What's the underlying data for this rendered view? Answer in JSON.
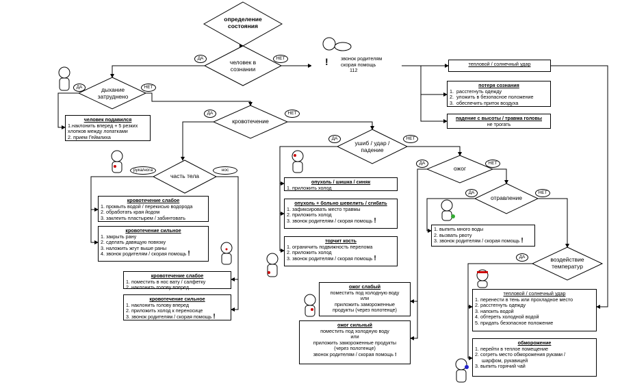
{
  "nodes": {
    "start": "определение\nсостояния",
    "conscious": "человек в\nсознании",
    "breath": "дыхание\nзатруднено",
    "bleeding": "кровотечение",
    "bodypart": "часть тела",
    "bump": "ушиб / удар /\nпадение",
    "burn": "ожог",
    "poison": "отравление",
    "temp": "воздействие\nтемператур"
  },
  "labels": {
    "yes": "ДА",
    "no": "НЕТ",
    "arm_leg": "рука/нога",
    "nose": "нос"
  },
  "boxes": {
    "call": {
      "exclam": "!",
      "lines": [
        "звонок родителям",
        "скорая помощь",
        "112"
      ]
    },
    "heatstroke_top": {
      "title": "тепловой / солнечный удар"
    },
    "unconscious": {
      "title": "потеря сознания",
      "lines": [
        "1.  расстегнуть одежду",
        "2.  уложить в безопасное положение",
        "3.  обеспечить приток воздуха"
      ]
    },
    "fall": {
      "title": "падение с высоты / травма головы",
      "line": "не трогать"
    },
    "choke": {
      "title": "человек подавился",
      "lines": [
        "1.наклонить вперед + 5 резких",
        "хлопков между лопатками",
        "2. прием Геймлиха"
      ]
    },
    "bleed_weak_limb": {
      "title": "кровотечение слабое",
      "lines": [
        "1. промыть водой / перекисью водорода",
        "2. обработать края йодом",
        "3. заклеить пластырем / забинтовать"
      ]
    },
    "bleed_strong_limb": {
      "title": "кровотечение сильное",
      "lines": [
        "1. закрыть рану",
        "2. сделать давящую повязку",
        "3. наложить жгут выше раны",
        "4. звонок родителям / скорая помощь"
      ]
    },
    "bleed_weak_nose": {
      "title": "кровотечение слабое",
      "lines": [
        "1. поместить в нос вату / салфетку",
        "2. наклонить голову вперед"
      ]
    },
    "bleed_strong_nose": {
      "title": "кровотечение сильное",
      "lines": [
        "1. наклонить голову вперед",
        "2. приложить холод к переносице",
        "3. звонок родителям / скорая помощь"
      ]
    },
    "swelling": {
      "title": "опухоль / шишка / синяк",
      "lines": [
        "1. приложить холод"
      ]
    },
    "swelling_pain": {
      "title": "опухоль + больно шевелить / сгибать",
      "lines": [
        "1. зафиксировать место травмы",
        "2. приложить холод",
        "3. звонок родителям / скорая помощь"
      ]
    },
    "fracture": {
      "title": "торчит кость",
      "lines": [
        "1. ограничить подвижность перелома",
        "2. приложить холод",
        "3. звонок родителям / скорая помощь"
      ]
    },
    "burn_weak": {
      "title": "ожог слабый",
      "lines": [
        "поместить под холодную воду",
        "или",
        "приложить замороженные",
        "продукты (через полотенце)"
      ]
    },
    "burn_strong": {
      "title": "ожог сильный",
      "lines": [
        "поместить под холодную воду",
        "или",
        "приложить замороженные продукты",
        "(через полотенце)",
        "звонок родителям / скорая помощь"
      ]
    },
    "poison_box": {
      "lines": [
        "1. выпить много воды",
        "2. вызвать рвоту",
        "3. звонок родителям / скорая помощь"
      ]
    },
    "heatstroke": {
      "title": "тепловой / солнечный удар",
      "lines": [
        "1. перенести в тень или прохладное место",
        "2. расстегнуть одежду",
        "3. напоить водой",
        "4. обтереть холодной водой",
        "5. придать безопасное положение"
      ]
    },
    "frostbite": {
      "title": "обморожение",
      "lines": [
        "1. перейти в теплое помещение",
        "2. согреть место обморожения руками /",
        "шарфом, рукавицей",
        "3. выпить горячий чай"
      ]
    }
  }
}
